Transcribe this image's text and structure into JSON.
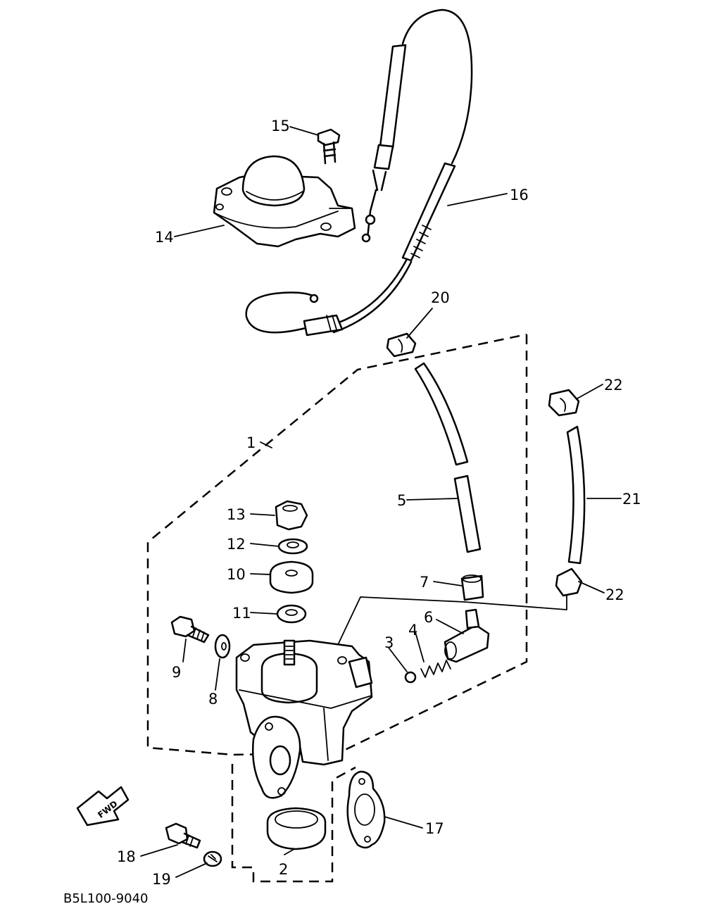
{
  "diagram": {
    "drawing_code": "B5L100-9040",
    "fwd_label": "FWD",
    "callouts": [
      {
        "id": "c1",
        "text": "1"
      },
      {
        "id": "c2",
        "text": "2"
      },
      {
        "id": "c3",
        "text": "3"
      },
      {
        "id": "c4",
        "text": "4"
      },
      {
        "id": "c5",
        "text": "5"
      },
      {
        "id": "c6",
        "text": "6"
      },
      {
        "id": "c7",
        "text": "7"
      },
      {
        "id": "c8",
        "text": "8"
      },
      {
        "id": "c9",
        "text": "9"
      },
      {
        "id": "c10",
        "text": "10"
      },
      {
        "id": "c11",
        "text": "11"
      },
      {
        "id": "c12",
        "text": "12"
      },
      {
        "id": "c13",
        "text": "13"
      },
      {
        "id": "c14",
        "text": "14"
      },
      {
        "id": "c15",
        "text": "15"
      },
      {
        "id": "c16",
        "text": "16"
      },
      {
        "id": "c17",
        "text": "17"
      },
      {
        "id": "c18",
        "text": "18"
      },
      {
        "id": "c19",
        "text": "19"
      },
      {
        "id": "c20",
        "text": "20"
      },
      {
        "id": "c21",
        "text": "21"
      },
      {
        "id": "c22a",
        "text": "22"
      },
      {
        "id": "c22b",
        "text": "22"
      }
    ]
  }
}
